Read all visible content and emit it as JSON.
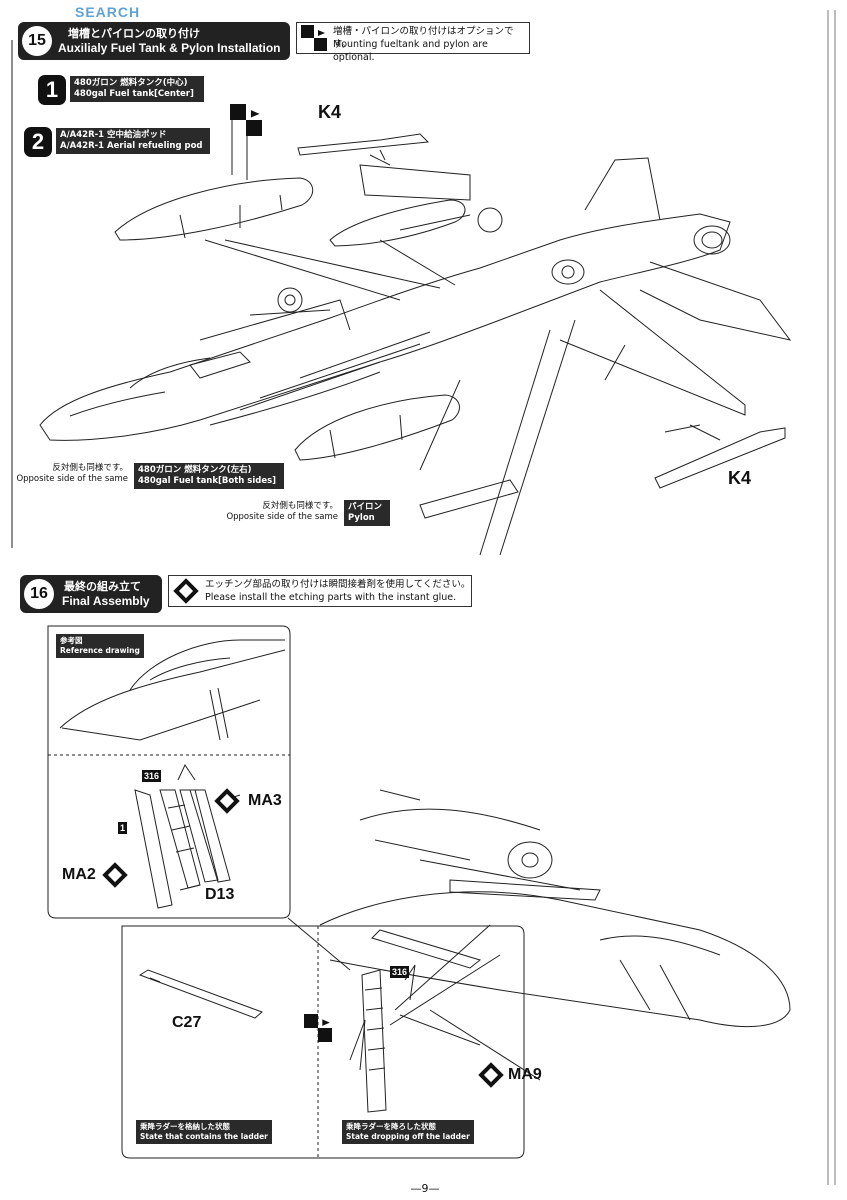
{
  "watermark": "SEARCH",
  "page_number": "—9—",
  "step15": {
    "number": "15",
    "title_jp": "増槽とパイロンの取り付け",
    "title_en": "Auxilialy Fuel Tank & Pylon Installation",
    "note_jp": "増槽・パイロンの取り付けはオプションです。",
    "note_en": "Mounting  fueltank and pylon are optional.",
    "option1": {
      "number": "1",
      "jp": "480ガロン 燃料タンク(中心)",
      "en": "480gal Fuel tank[Center]"
    },
    "option2": {
      "number": "2",
      "jp": "A/A42R-1 空中給油ポッド",
      "en": "A/A42R-1 Aerial refueling pod"
    },
    "k4_top": "K4",
    "k4_bottom": "K4",
    "side_tank": {
      "opp_jp": "反対側も同様です。",
      "opp_en": "Opposite side of the same",
      "jp": "480ガロン 燃料タンク(左右)",
      "en": "480gal Fuel tank[Both sides]"
    },
    "pylon": {
      "opp_jp": "反対側も同様です。",
      "opp_en": "Opposite side of the same",
      "jp": "パイロン",
      "en": "Pylon"
    }
  },
  "step16": {
    "number": "16",
    "title_jp": "最終の組み立て",
    "title_en": "Final Assembly",
    "note_jp": "エッチング部品の取り付けは瞬間接着剤を使用してください。",
    "note_en": "Please install the etching parts with the instant glue.",
    "reference": {
      "jp": "参考図",
      "en": "Reference drawing"
    },
    "tag_316_a": "316",
    "tag_1": "1",
    "tag_316_b": "316",
    "ma3": "MA3",
    "ma2": "MA2",
    "d13": "D13",
    "c27": "C27",
    "ma9": "MA9",
    "caption_stowed": {
      "jp": "乗降ラダーを格納した状態",
      "en": "State that contains the ladder"
    },
    "caption_deployed": {
      "jp": "乗降ラダーを降ろした状態",
      "en": "State dropping off the ladder"
    }
  }
}
